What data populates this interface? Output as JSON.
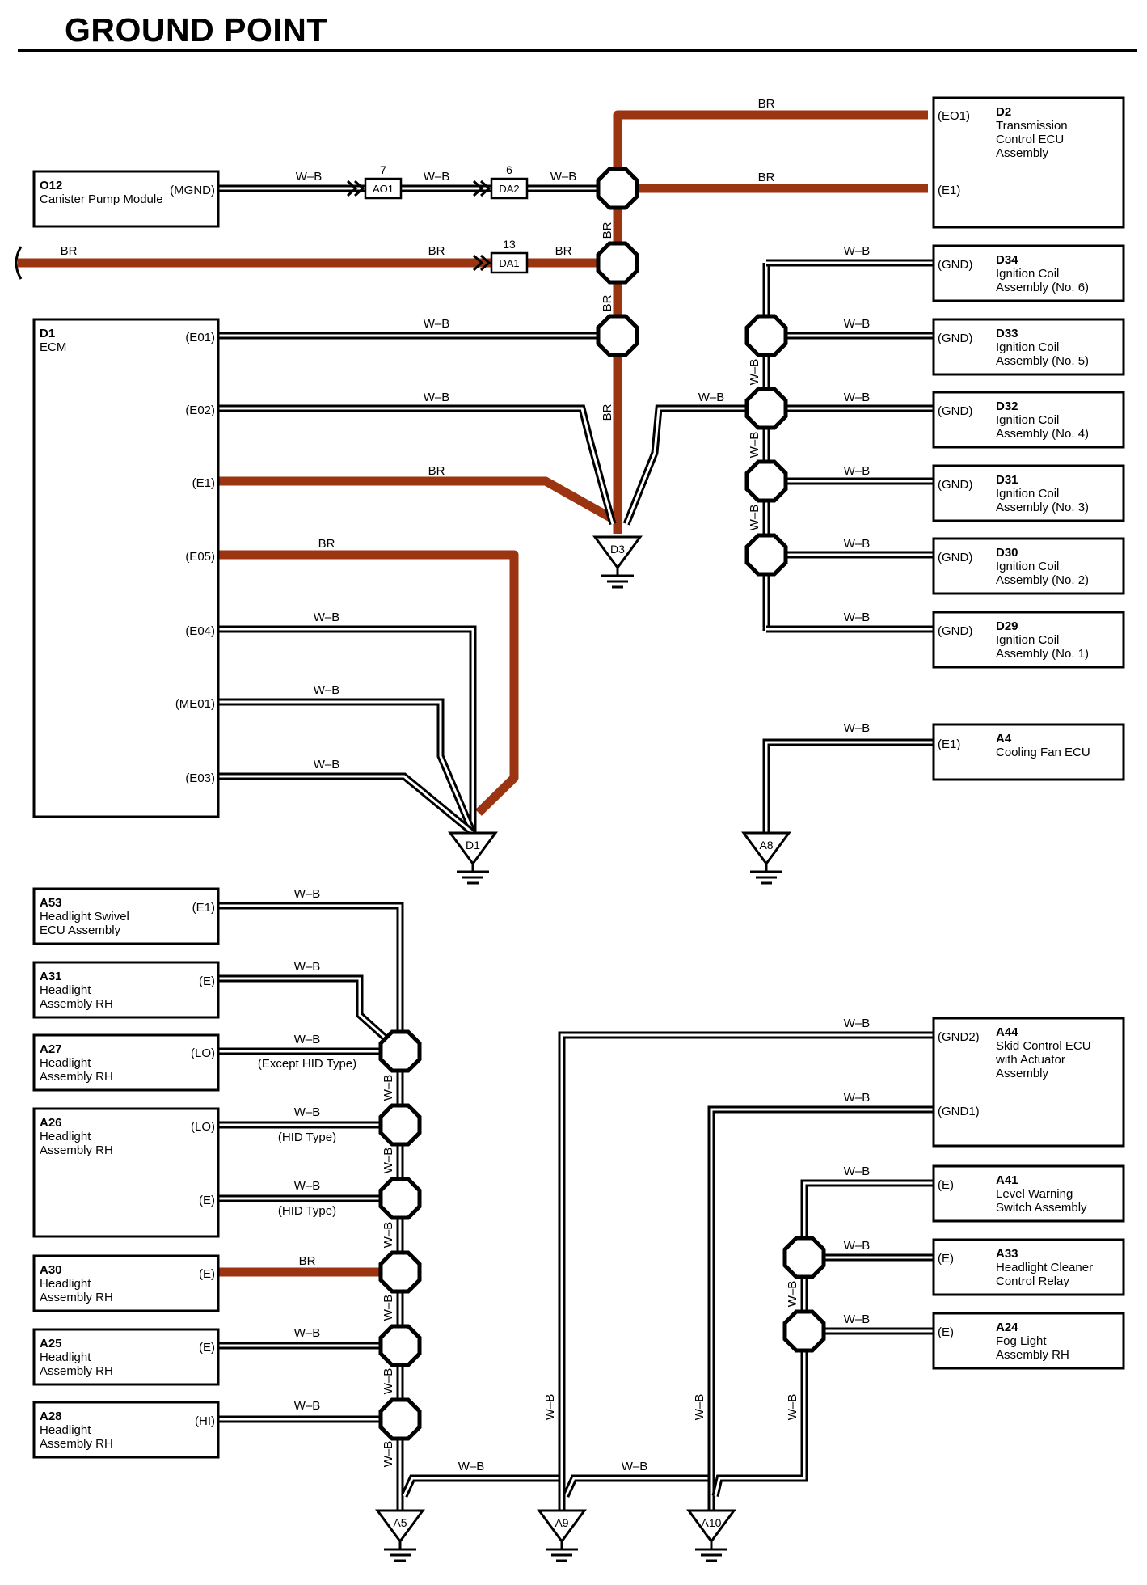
{
  "title": "GROUND POINT",
  "colors": {
    "br": "#9b3410",
    "wb": "#000000"
  },
  "labels": {
    "wb": "W–B",
    "br": "BR",
    "except_hid": "(Except HID Type)",
    "hid": "(HID Type)"
  },
  "connectors": {
    "o12": {
      "id": "O12",
      "lines": [
        "Canister Pump Module"
      ],
      "pin": "(MGND)"
    },
    "d1": {
      "id": "D1",
      "lines": [
        "ECM"
      ],
      "pins": [
        "(E01)",
        "(E02)",
        "(E1)",
        "(E05)",
        "(E04)",
        "(ME01)",
        "(E03)"
      ]
    },
    "d2": {
      "id": "D2",
      "lines": [
        "Transmission",
        "Control ECU",
        "Assembly"
      ],
      "pins": [
        "(EO1)",
        "(E1)"
      ]
    },
    "d34": {
      "id": "D34",
      "lines": [
        "Ignition Coil",
        "Assembly (No. 6)"
      ],
      "pin": "(GND)"
    },
    "d33": {
      "id": "D33",
      "lines": [
        "Ignition Coil",
        "Assembly (No. 5)"
      ],
      "pin": "(GND)"
    },
    "d32": {
      "id": "D32",
      "lines": [
        "Ignition Coil",
        "Assembly (No. 4)"
      ],
      "pin": "(GND)"
    },
    "d31": {
      "id": "D31",
      "lines": [
        "Ignition Coil",
        "Assembly (No. 3)"
      ],
      "pin": "(GND)"
    },
    "d30": {
      "id": "D30",
      "lines": [
        "Ignition Coil",
        "Assembly (No. 2)"
      ],
      "pin": "(GND)"
    },
    "d29": {
      "id": "D29",
      "lines": [
        "Ignition Coil",
        "Assembly (No. 1)"
      ],
      "pin": "(GND)"
    },
    "a4": {
      "id": "A4",
      "lines": [
        "Cooling Fan ECU"
      ],
      "pin": "(E1)"
    },
    "a53": {
      "id": "A53",
      "lines": [
        "Headlight Swivel",
        "ECU Assembly"
      ],
      "pin": "(E1)"
    },
    "a31": {
      "id": "A31",
      "lines": [
        "Headlight",
        "Assembly RH"
      ],
      "pin": "(E)"
    },
    "a27": {
      "id": "A27",
      "lines": [
        "Headlight",
        "Assembly RH"
      ],
      "pin": "(LO)"
    },
    "a26": {
      "id": "A26",
      "lines": [
        "Headlight",
        "Assembly RH"
      ],
      "pins": [
        "(LO)",
        "(E)"
      ]
    },
    "a30": {
      "id": "A30",
      "lines": [
        "Headlight",
        "Assembly RH"
      ],
      "pin": "(E)"
    },
    "a25": {
      "id": "A25",
      "lines": [
        "Headlight",
        "Assembly RH"
      ],
      "pin": "(E)"
    },
    "a28": {
      "id": "A28",
      "lines": [
        "Headlight",
        "Assembly RH"
      ],
      "pin": "(HI)"
    },
    "a44": {
      "id": "A44",
      "lines": [
        "Skid Control ECU",
        "with Actuator",
        "Assembly"
      ],
      "pins": [
        "(GND2)",
        "(GND1)"
      ]
    },
    "a41": {
      "id": "A41",
      "lines": [
        "Level Warning",
        "Switch Assembly"
      ],
      "pin": "(E)"
    },
    "a33": {
      "id": "A33",
      "lines": [
        "Headlight Cleaner",
        "Control Relay"
      ],
      "pin": "(E)"
    },
    "a24": {
      "id": "A24",
      "lines": [
        "Fog Light",
        "Assembly RH"
      ],
      "pin": "(E)"
    }
  },
  "junctions": {
    "ao1": {
      "tag": "AO1",
      "num": "7"
    },
    "da2": {
      "tag": "DA2",
      "num": "6"
    },
    "da1": {
      "tag": "DA1",
      "num": "13"
    }
  },
  "grounds": [
    "D3",
    "D1",
    "A8",
    "A5",
    "A9",
    "A10"
  ]
}
